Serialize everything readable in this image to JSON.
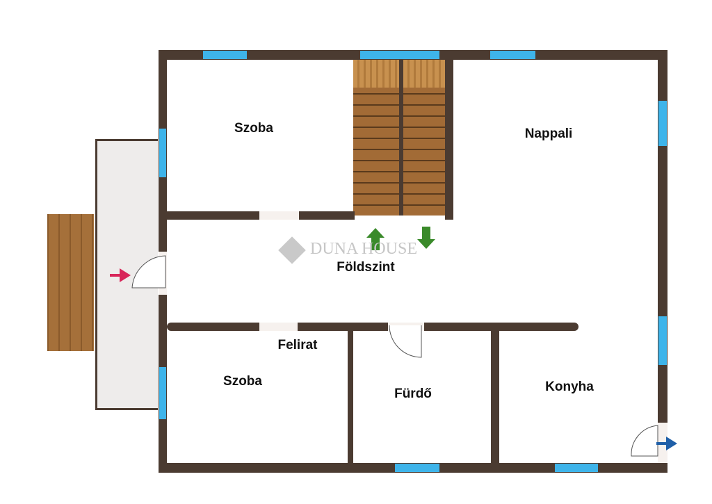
{
  "rooms": {
    "room1": "Szoba",
    "living": "Nappali",
    "hall": "Földszint",
    "label": "Felirat",
    "room2": "Szoba",
    "bath": "Fürdő",
    "kitchen": "Konyha"
  },
  "watermark": "DUNA HOUSE",
  "colors": {
    "wall": "#4b3b31",
    "window": "#3eb4ea",
    "entry_arrow": "#d8265a",
    "exit_arrow": "#1f5fa8",
    "stair_up": "#3a8a2a"
  }
}
